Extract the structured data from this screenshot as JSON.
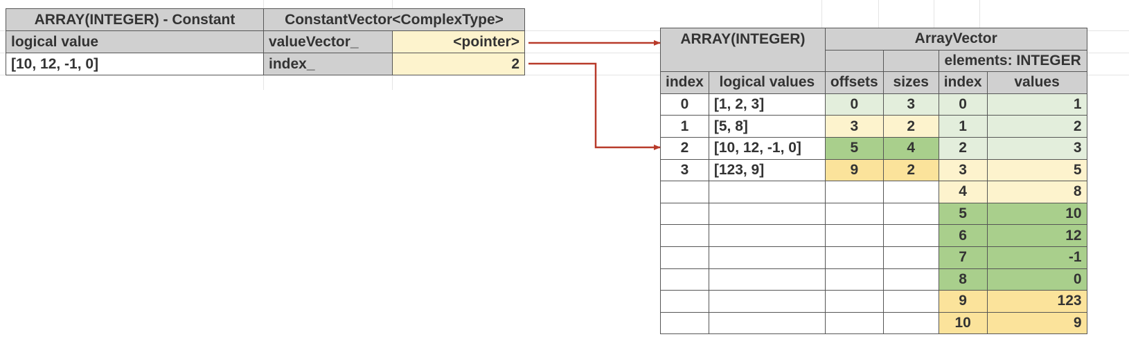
{
  "constant_table": {
    "header_left": "ARRAY(INTEGER) - Constant",
    "header_right": "ConstantVector<ComplexType>",
    "row1": {
      "label": "logical value",
      "field": "valueVector_",
      "value": "<pointer>"
    },
    "row2": {
      "label": "[10, 12, -1, 0]",
      "field": "index_",
      "value": "2"
    }
  },
  "array_table": {
    "title_left": "ARRAY(INTEGER)",
    "title_right": "ArrayVector",
    "elements_label": "elements: INTEGER",
    "columns": [
      "index",
      "logical values",
      "offsets",
      "sizes",
      "index",
      "values"
    ],
    "logical_rows": [
      {
        "index": "0",
        "value": "[1, 2, 3]",
        "offset": "0",
        "size": "3"
      },
      {
        "index": "1",
        "value": "[5, 8]",
        "offset": "3",
        "size": "2"
      },
      {
        "index": "2",
        "value": "[10, 12, -1, 0]",
        "offset": "5",
        "size": "4"
      },
      {
        "index": "3",
        "value": "[123, 9]",
        "offset": "9",
        "size": "2"
      }
    ],
    "elements": [
      {
        "index": "0",
        "value": "1"
      },
      {
        "index": "1",
        "value": "2"
      },
      {
        "index": "2",
        "value": "3"
      },
      {
        "index": "3",
        "value": "5"
      },
      {
        "index": "4",
        "value": "8"
      },
      {
        "index": "5",
        "value": "10"
      },
      {
        "index": "6",
        "value": "12"
      },
      {
        "index": "7",
        "value": "-1"
      },
      {
        "index": "8",
        "value": "0"
      },
      {
        "index": "9",
        "value": "123"
      },
      {
        "index": "10",
        "value": "9"
      }
    ]
  },
  "colors": {
    "header_gray": "#d0d0d0",
    "light_yellow": "#fdf3cd",
    "yellow": "#fbe39b",
    "light_green": "#e3eedc",
    "green": "#a9cf8c",
    "arrow": "#b83a2a"
  }
}
